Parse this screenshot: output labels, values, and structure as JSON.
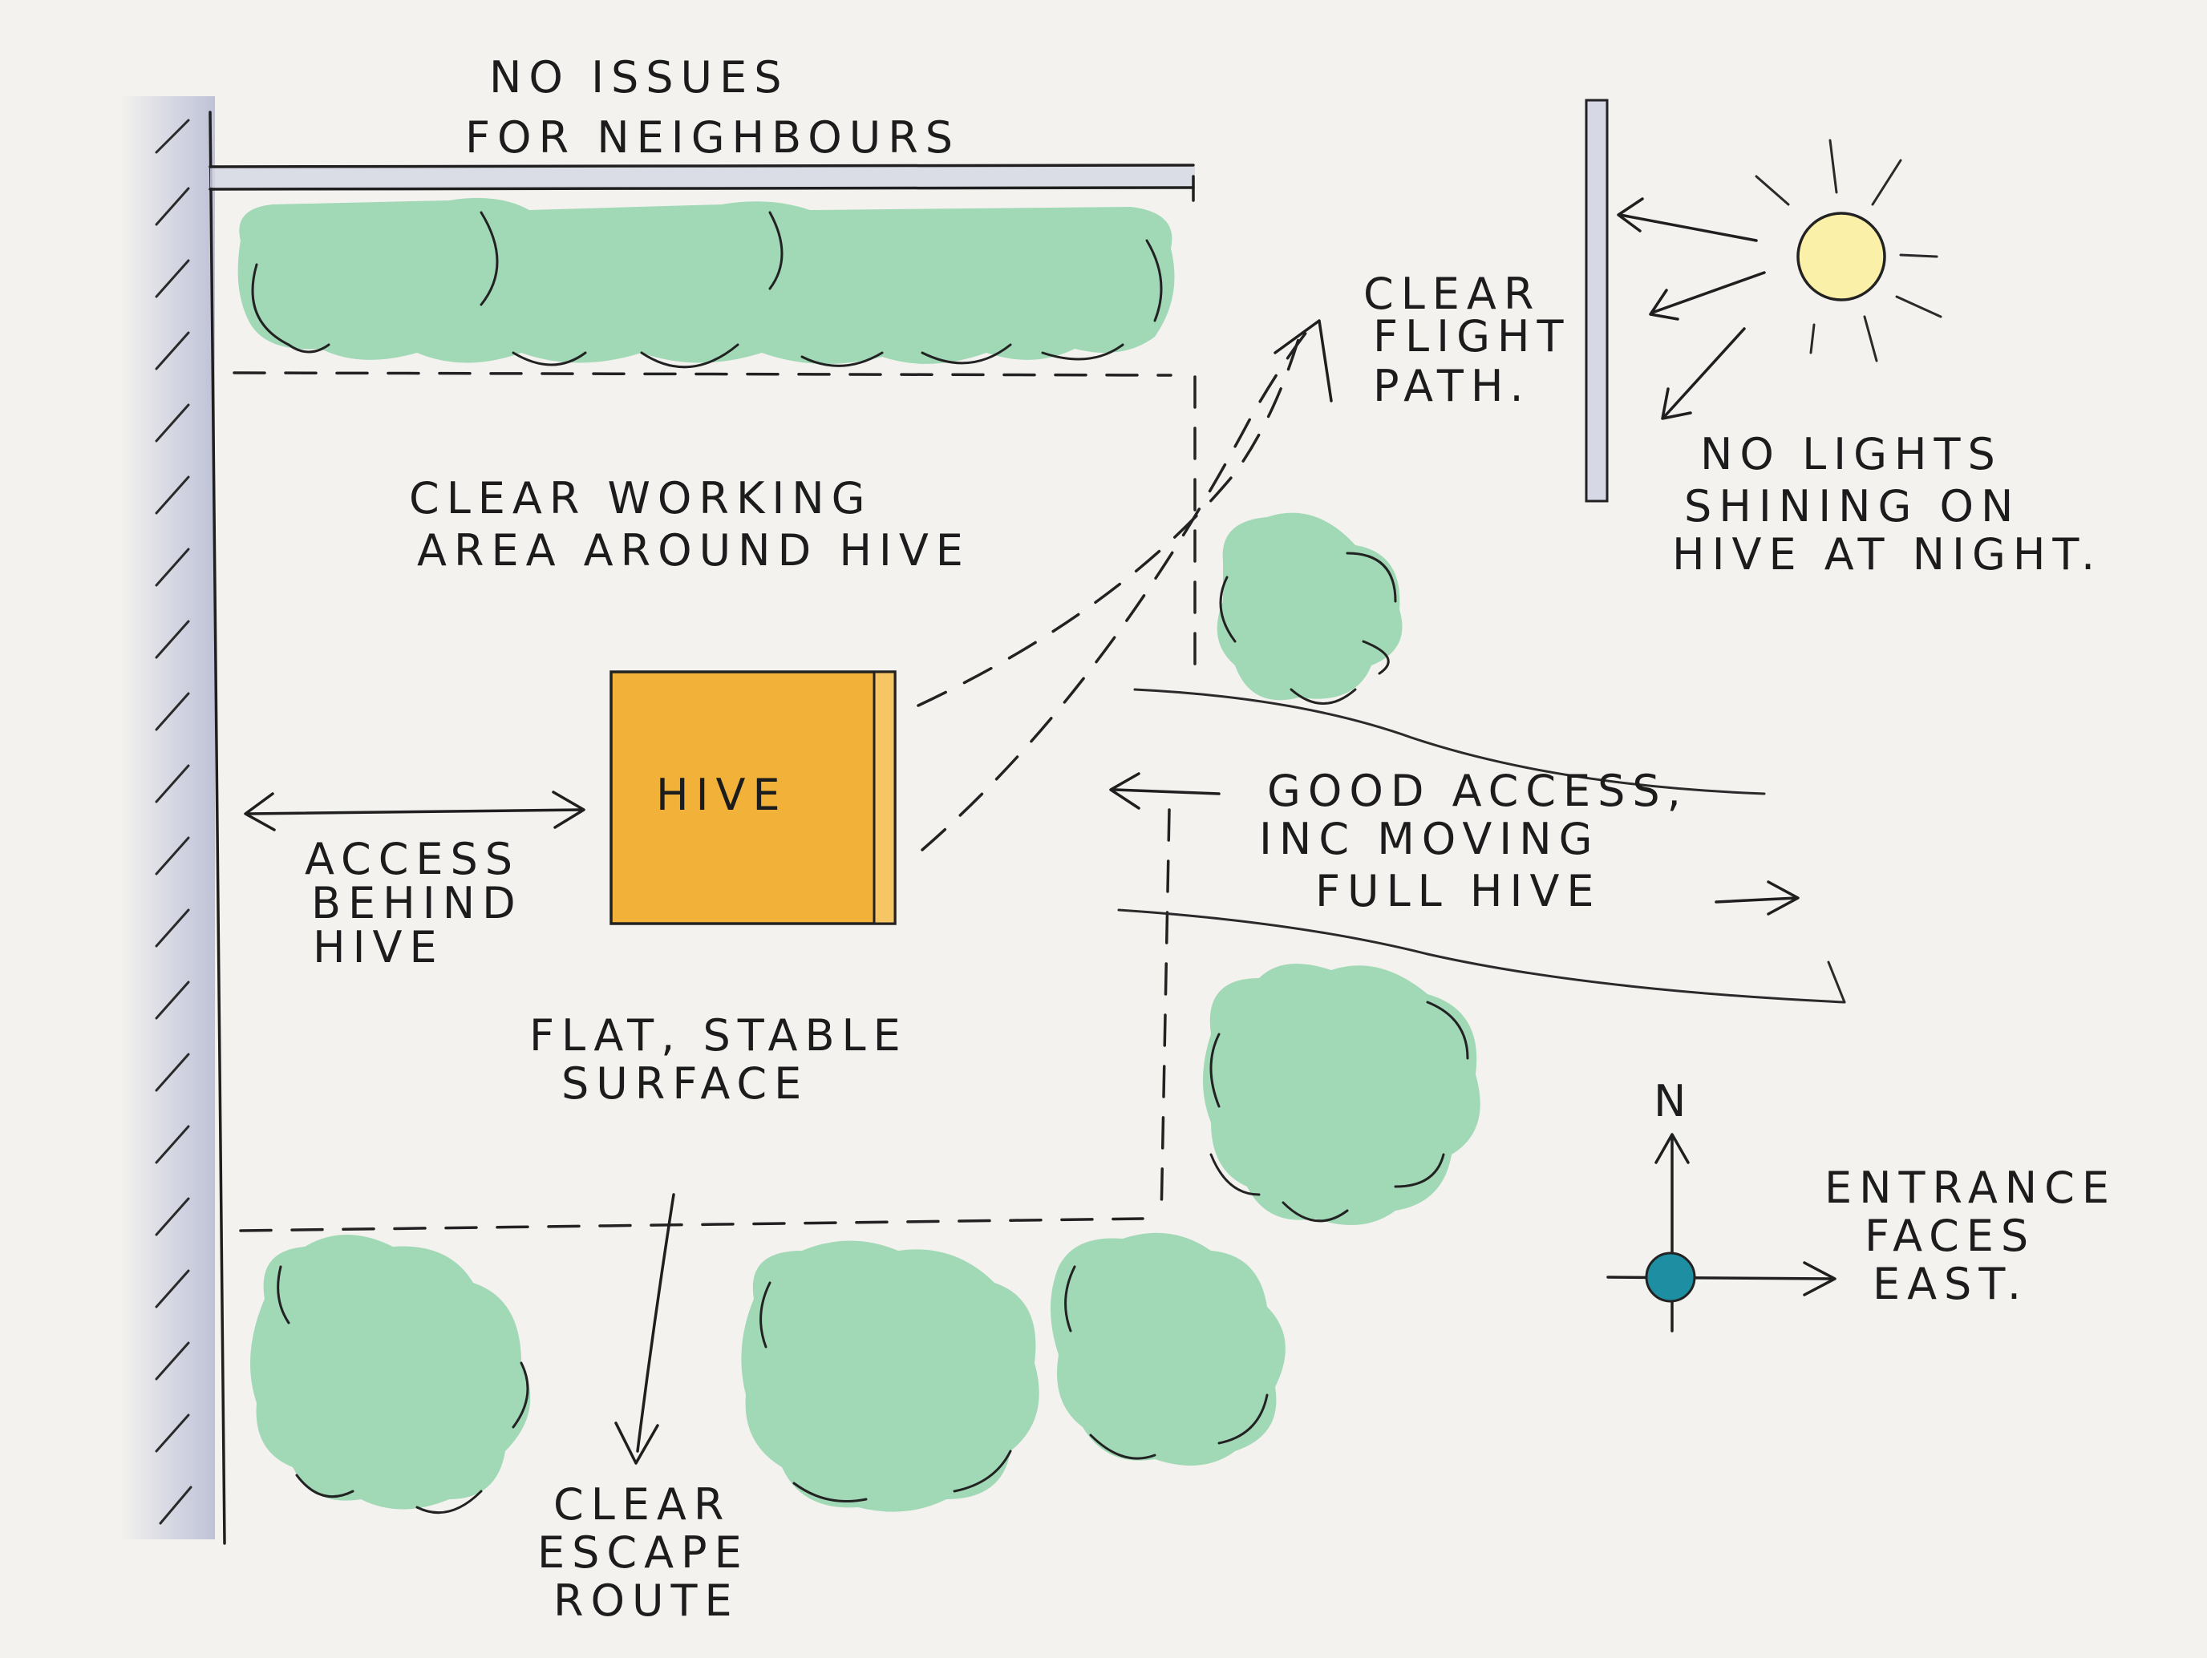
{
  "labels": {
    "neighbours": [
      "NO ISSUES",
      "FOR NEIGHBOURS"
    ],
    "flight_path": [
      "CLEAR",
      "FLIGHT",
      "PATH."
    ],
    "no_lights": [
      "NO LIGHTS",
      "SHINING ON",
      "HIVE AT NIGHT."
    ],
    "working_area": [
      "CLEAR WORKING",
      "AREA AROUND HIVE"
    ],
    "hive": "HIVE",
    "access_behind": [
      "ACCESS",
      "BEHIND",
      "HIVE"
    ],
    "good_access": [
      "GOOD ACCESS,",
      "INC MOVING",
      "FULL HIVE"
    ],
    "surface": [
      "FLAT, STABLE",
      "SURFACE"
    ],
    "compass_north": "N",
    "entrance": [
      "ENTRANCE",
      "FACES",
      "EAST."
    ],
    "escape": [
      "CLEAR",
      "ESCAPE",
      "ROUTE"
    ]
  },
  "colors": {
    "paper": "#f3f2ee",
    "ink": "#1f1f1f",
    "shrub_green": "#92d3ac",
    "hive_yellow": "#f2b23a",
    "sun_yellow": "#fbf0a8",
    "entrance_teal": "#1e8fa2",
    "wall_shadow": "#c5c8dc"
  },
  "icons": {
    "sun": "sun-icon",
    "compass": "compass-icon"
  }
}
